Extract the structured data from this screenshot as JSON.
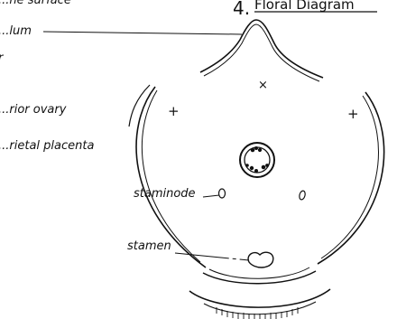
{
  "title": {
    "number": "4.",
    "text": "Floral Diagram"
  },
  "labels": {
    "surface": "...ne surface",
    "bract": "...lum",
    "unknown_mark": "r",
    "ovary": "...rior ovary",
    "placenta": "...rietal placenta",
    "staminode": "staminode",
    "stamen": "stamen"
  },
  "marks": {
    "cross_top": "×",
    "plus_left": "+",
    "plus_right": "+"
  }
}
